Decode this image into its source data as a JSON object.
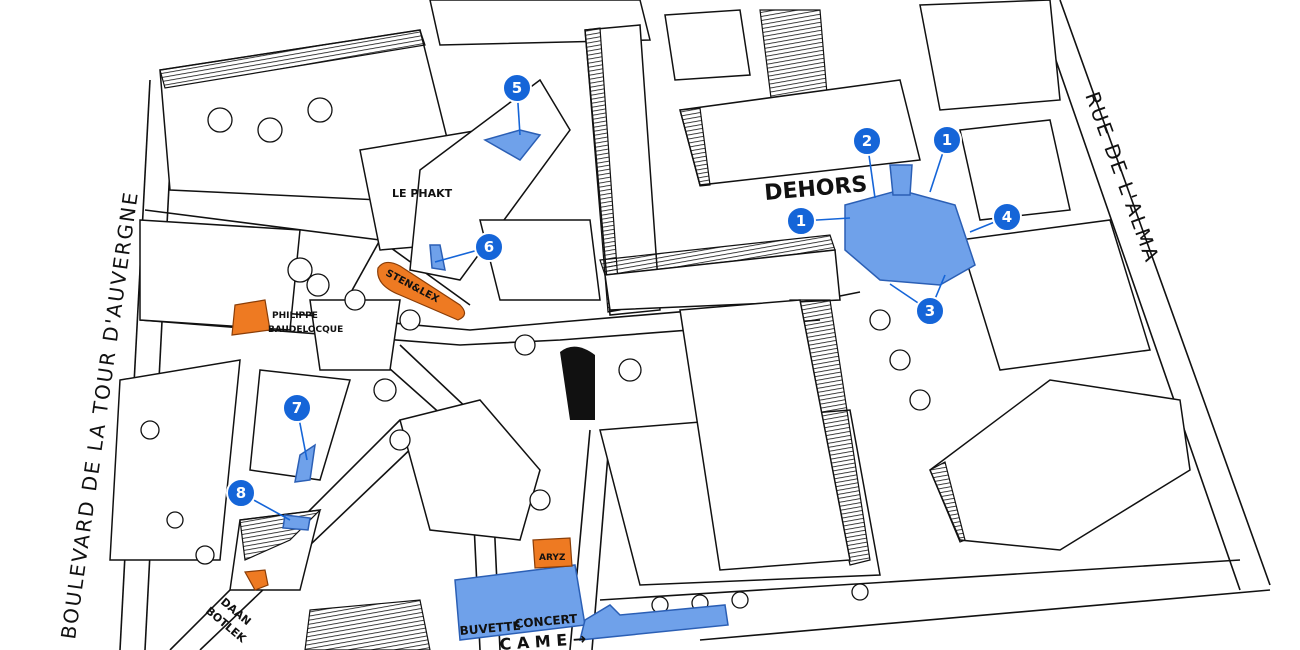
{
  "map": {
    "streets": {
      "rue_alma": "RUE DE L'ALMA",
      "bd_tour_auvergne": "BOULEVARD DE LA TOUR D'AUVERGNE"
    },
    "places": {
      "dehors": "DEHORS",
      "le_phakt": "LE PHAKT",
      "sten_lex": "STEN&LEX",
      "philippe": "PHILIPPE",
      "baudelocque": "BAUDELOCQUE",
      "daan": "DAAN",
      "botlek": "BOTLEK",
      "buvette": "BUVETTE",
      "concert": "CONCERT",
      "aryz": "ARYZ",
      "came": "C A M E →"
    },
    "markers": [
      "5",
      "2",
      "1",
      "1",
      "4",
      "3",
      "6",
      "7",
      "8"
    ],
    "colors": {
      "marker": "#1565d8",
      "venue": "#6fa1ea",
      "artist": "#ee7a22"
    }
  }
}
